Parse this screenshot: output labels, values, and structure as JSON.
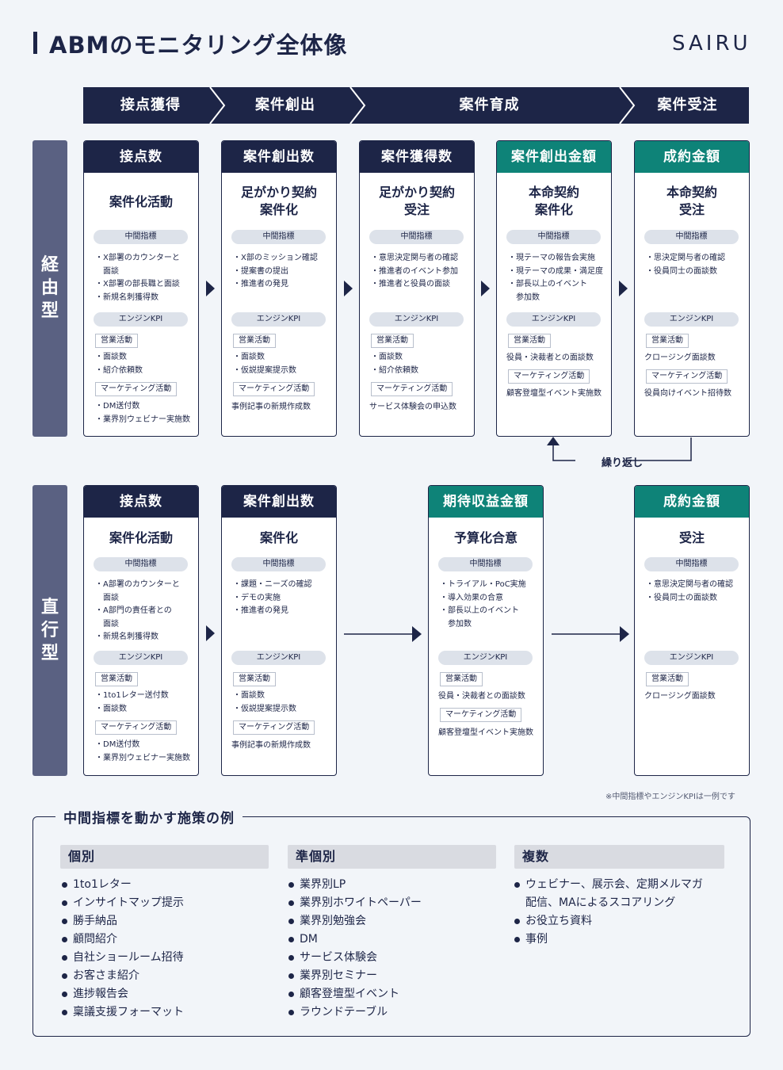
{
  "header": {
    "title": "ABMのモニタリング全体像",
    "logo": "SAIRU"
  },
  "phases": [
    "接点獲得",
    "案件創出",
    "案件育成",
    "案件受注"
  ],
  "rows": {
    "keiyu": {
      "label_chars": [
        "経",
        "由",
        "型"
      ]
    },
    "chokko": {
      "label_chars": [
        "直",
        "行",
        "型"
      ]
    }
  },
  "common": {
    "mid_label": "中間指標",
    "kpi_label": "エンジンKPI",
    "sales": "営業活動",
    "marketing": "マーケティング活動"
  },
  "keiyu_cards": [
    {
      "head": "接点数",
      "title": [
        "案件化活動"
      ],
      "mid": [
        [
          "X部署のカウンターと",
          "面談"
        ],
        [
          "X部署の部長職と面談"
        ],
        [
          "新規名刺獲得数"
        ]
      ],
      "sales_items": [
        "面談数",
        "紹介依頼数"
      ],
      "mkt_items": [
        "DM送付数",
        "業界別ウェビナー実施数"
      ]
    },
    {
      "head": "案件創出数",
      "title": [
        "足がかり契約",
        "案件化"
      ],
      "mid": [
        [
          "X部のミッション確認"
        ],
        [
          "提案書の提出"
        ],
        [
          "推進者の発見"
        ]
      ],
      "sales_items": [
        "面談数",
        "仮説提案提示数"
      ],
      "mkt_plain": "事例記事の新規作成数"
    },
    {
      "head": "案件獲得数",
      "title": [
        "足がかり契約",
        "受注"
      ],
      "mid": [
        [
          "意思決定関与者の確認"
        ],
        [
          "推進者のイベント参加"
        ],
        [
          "推進者と役員の面談"
        ]
      ],
      "sales_items": [
        "面談数",
        "紹介依頼数"
      ],
      "mkt_plain": "サービス体験会の申込数"
    },
    {
      "head": "案件創出金額",
      "title": [
        "本命契約",
        "案件化"
      ],
      "mid": [
        [
          "現テーマの報告会実施"
        ],
        [
          "現テーマの成果・満足度"
        ],
        [
          "部長以上のイベント",
          "参加数"
        ]
      ],
      "sales_plain": "役員・決裁者との面談数",
      "mkt_plain": "顧客登壇型イベント実施数"
    },
    {
      "head": "成約金額",
      "title": [
        "本命契約",
        "受注"
      ],
      "mid": [
        [
          "思決定関与者の確認"
        ],
        [
          "役員同士の面談数"
        ]
      ],
      "sales_plain": "クロージング面談数",
      "mkt_plain": "役員向けイベント招待数"
    }
  ],
  "repeat_label": "繰り返し",
  "chokko_cards": [
    {
      "head": "接点数",
      "title": [
        "案件化活動"
      ],
      "mid": [
        [
          "A部署のカウンターと",
          "面談"
        ],
        [
          "A部門の責任者との",
          "面談"
        ],
        [
          "新規名刺獲得数"
        ]
      ],
      "sales_items": [
        "1to1レター送付数",
        "面談数"
      ],
      "mkt_items": [
        "DM送付数",
        "業界別ウェビナー実施数"
      ]
    },
    {
      "head": "案件創出数",
      "title": [
        "案件化"
      ],
      "mid": [
        [
          "課題・ニーズの確認"
        ],
        [
          "デモの実施"
        ],
        [
          "推進者の発見"
        ]
      ],
      "sales_items": [
        "面談数",
        "仮説提案提示数"
      ],
      "mkt_plain": "事例記事の新規作成数"
    },
    {
      "head": "期待収益金額",
      "title": [
        "予算化合意"
      ],
      "mid": [
        [
          "トライアル・PoC実施"
        ],
        [
          "導入効果の合意"
        ],
        [
          "部長以上のイベント",
          "参加数"
        ]
      ],
      "sales_plain": "役員・決裁者との面談数",
      "mkt_plain": "顧客登壇型イベント実施数"
    },
    {
      "head": "成約金額",
      "title": [
        "受注"
      ],
      "mid": [
        [
          "意思決定関与者の確認"
        ],
        [
          "役員同士の面談数"
        ]
      ],
      "sales_plain": "クロージング面談数"
    }
  ],
  "note": "※中間指標やエンジンKPIは一例です",
  "bottom": {
    "title": "中間指標を動かす施策の例",
    "categories": [
      {
        "name": "個別",
        "items": [
          "1to1レター",
          "インサイトマップ提示",
          "勝手納品",
          "顧問紹介",
          "自社ショールーム招待",
          "お客さま紹介",
          "進捗報告会",
          "稟議支援フォーマット"
        ]
      },
      {
        "name": "準個別",
        "items": [
          "業界別LP",
          "業界別ホワイトペーパー",
          "業界別勉強会",
          "DM",
          "サービス体験会",
          "業界別セミナー",
          "顧客登壇型イベント",
          "ラウンドテーブル"
        ]
      },
      {
        "name": "複数",
        "items": [
          "ウェビナー、展示会、定期メルマガ",
          "配信、MAによるスコアリング",
          "お役立ち資料",
          "事例"
        ]
      }
    ]
  }
}
